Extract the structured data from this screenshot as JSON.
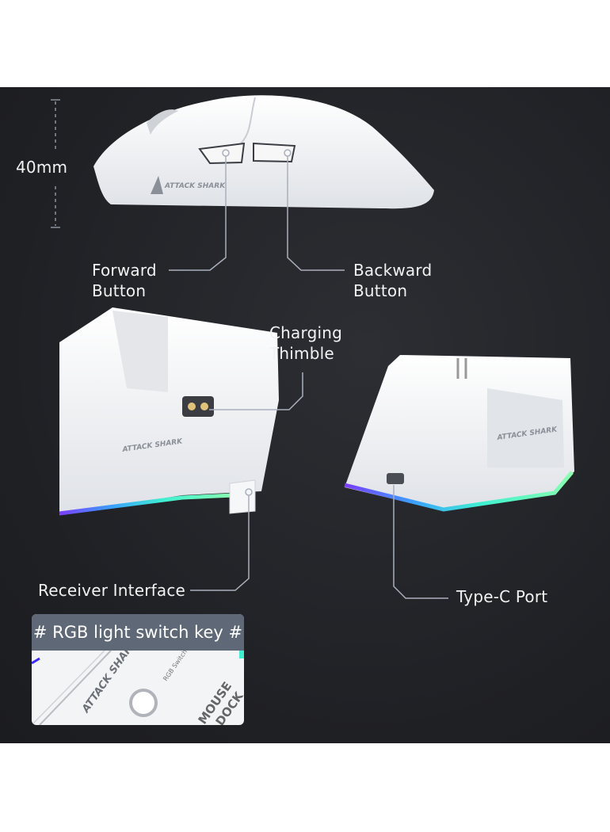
{
  "dimension": {
    "height_label": "40mm"
  },
  "callouts": {
    "forward": [
      "Forward",
      "Button"
    ],
    "backward": [
      "Backward",
      "Button"
    ],
    "charging": [
      "Charging",
      "Thimble"
    ],
    "receiver": "Receiver Interface",
    "typec": "Type-C Port"
  },
  "inset": {
    "title": "# RGB light switch key #",
    "switch_label": "RGB Switch",
    "dock_text": [
      "MOUSE",
      "DOCK"
    ]
  },
  "brand": {
    "logo_text": "ATTACK SHARK"
  },
  "colors": {
    "background": "#1f2024",
    "line": "#a9b0bc",
    "inset_header": "#5f6876",
    "product": "#f4f5f7"
  }
}
